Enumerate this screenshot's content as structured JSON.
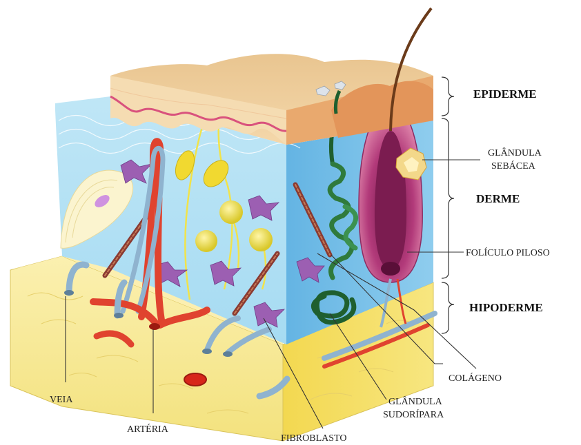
{
  "layers": {
    "epiderme": "EPIDERME",
    "derme": "DERME",
    "hipoderme": "HIPODERME"
  },
  "labels": {
    "glandula_sebacea_l1": "GLÂNDULA",
    "glandula_sebacea_l2": "SEBÁCEA",
    "foliculo_piloso": "FOLÍCULO PILOSO",
    "colageno": "COLÁGENO",
    "glandula_sudoripara_l1": "GLÂNDULA",
    "glandula_sudoripara_l2": "SUDORÍPARA",
    "fibroblasto": "FIBROBLASTO",
    "arteria": "ARTÉRIA",
    "veia": "VEIA"
  },
  "colors": {
    "epidermis": "#f3d3a4",
    "dermis": "#aee0f4",
    "dermis_side": "#7ec6ea",
    "hypodermis": "#f7ea9a",
    "artery": "#e0432f",
    "vein": "#8fb3cf",
    "follicle": "#b23a7a",
    "sweat_gland": "#1f5f2f",
    "nerve": "#f1e34a"
  }
}
